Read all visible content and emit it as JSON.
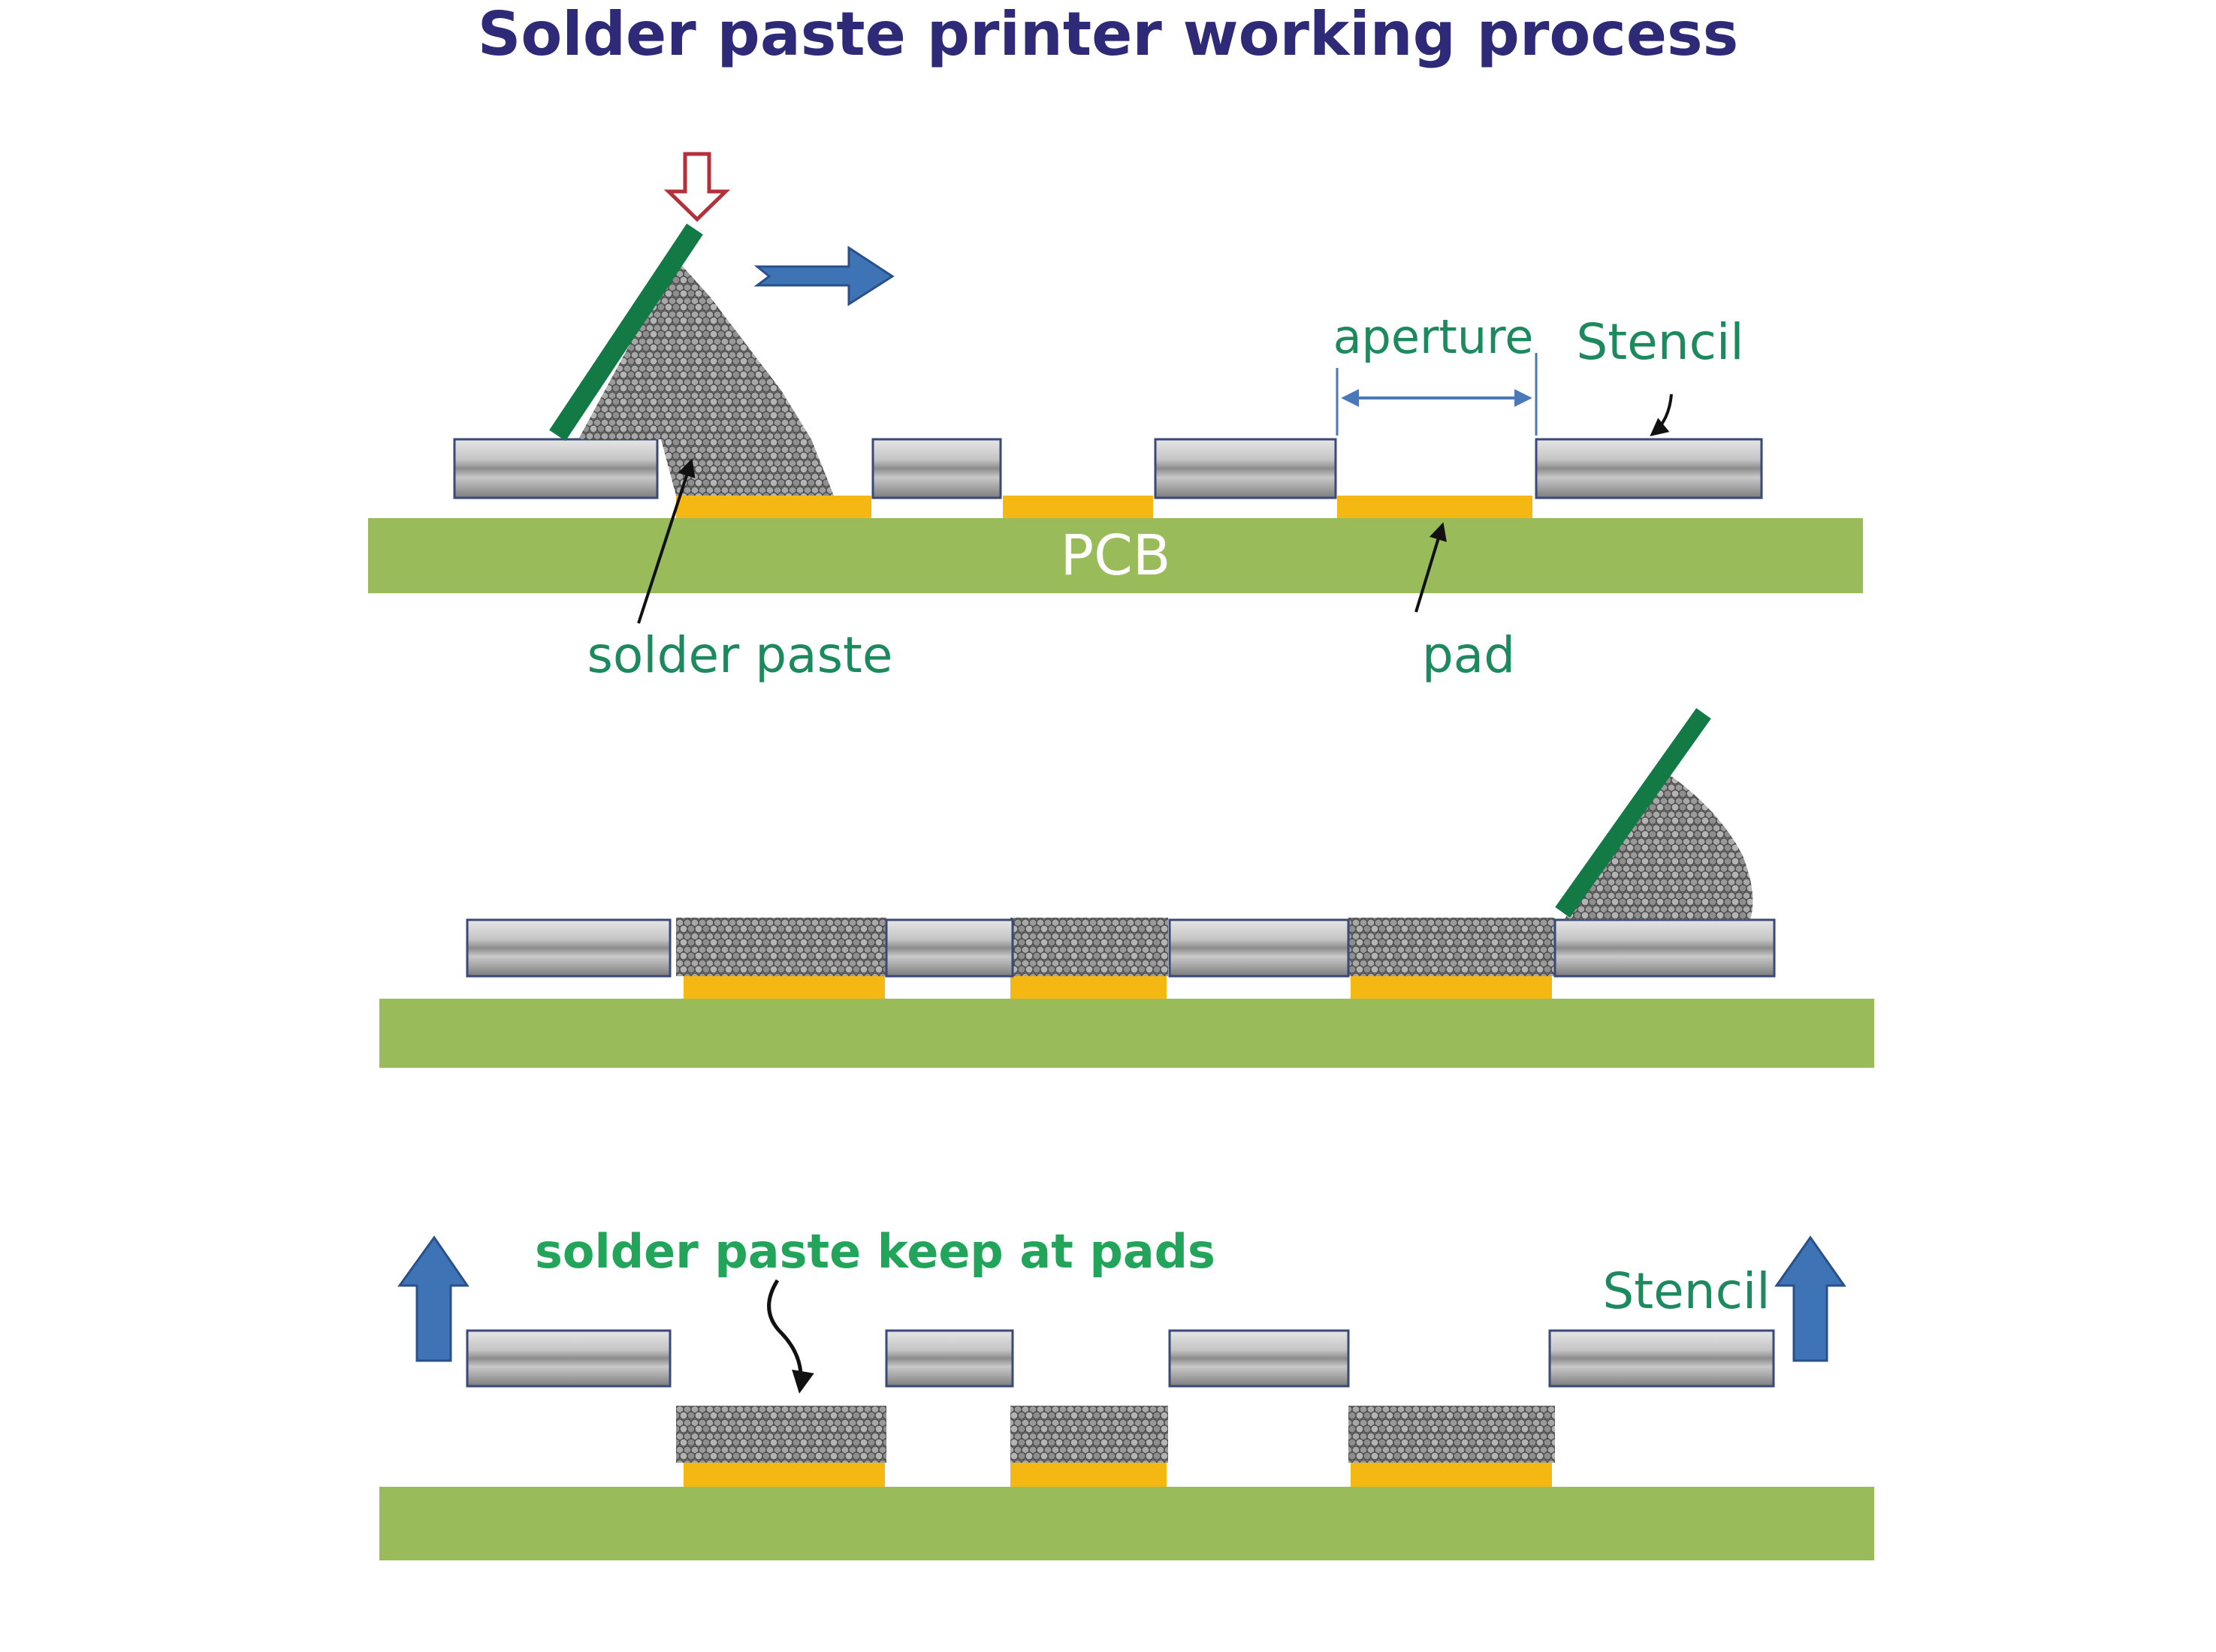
{
  "title": "Solder paste printer working process",
  "labels": {
    "pcb": "PCB",
    "solder_paste": "solder paste",
    "pad": "pad",
    "aperture": "aperture",
    "stencil_top": "Stencil",
    "stencil_bottom": "Stencil",
    "solder_paste_keep": "solder paste keep at pads"
  },
  "colors": {
    "title": "#2e2a78",
    "label_green": "#1c8a5e",
    "label_bright_green": "#22a55a",
    "pcb_green": "#99bb5a",
    "pad_yellow": "#f5b812",
    "squeegee_green": "#137a45",
    "arrow_blue": "#3e73b5",
    "arrow_red_outline": "#b3313a",
    "stencil_gray": "#a9a9a9",
    "stencil_outline": "#3a4a78"
  },
  "icons": {
    "press_down": "down-arrow-outline-icon",
    "move_right": "right-arrow-icon",
    "lift_up": "up-arrow-icon"
  },
  "stages": [
    "squeegee pressing paste onto stencil",
    "paste filled into apertures",
    "stencil lifted, paste kept at pads"
  ]
}
